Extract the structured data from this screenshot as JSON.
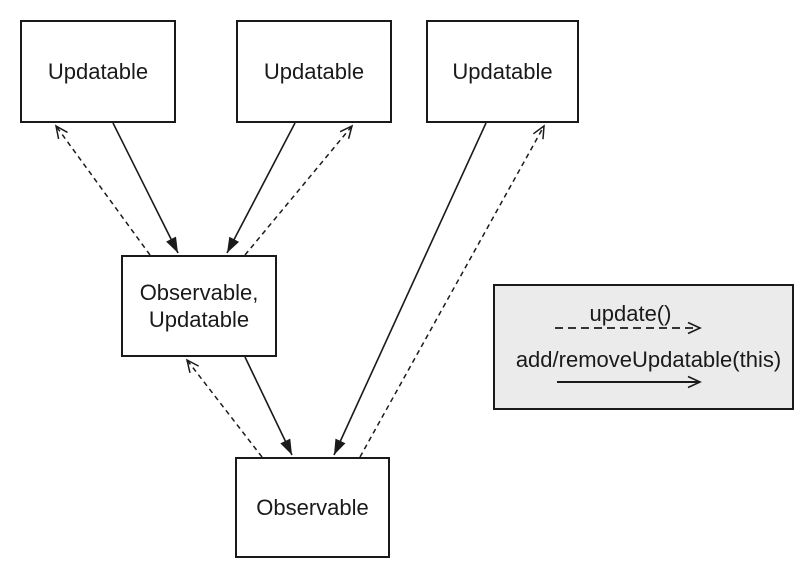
{
  "diagram": {
    "nodes": [
      {
        "id": "updatable-1",
        "label": "Updatable"
      },
      {
        "id": "updatable-2",
        "label": "Updatable"
      },
      {
        "id": "updatable-3",
        "label": "Updatable"
      },
      {
        "id": "observable-updatable",
        "label": "Observable,\nUpdatable"
      },
      {
        "id": "observable",
        "label": "Observable"
      }
    ],
    "edges": [
      {
        "from": "updatable-1",
        "to": "observable-updatable",
        "style": "solid"
      },
      {
        "from": "observable-updatable",
        "to": "updatable-1",
        "style": "dashed"
      },
      {
        "from": "updatable-2",
        "to": "observable-updatable",
        "style": "solid"
      },
      {
        "from": "observable-updatable",
        "to": "updatable-2",
        "style": "dashed"
      },
      {
        "from": "observable-updatable",
        "to": "observable",
        "style": "solid"
      },
      {
        "from": "observable",
        "to": "observable-updatable",
        "style": "dashed"
      },
      {
        "from": "updatable-3",
        "to": "observable",
        "style": "solid"
      },
      {
        "from": "observable",
        "to": "updatable-3",
        "style": "dashed"
      }
    ],
    "legend": {
      "dashed_label": "update()",
      "solid_label": "add/removeUpdatable(this)"
    },
    "colors": {
      "line": "#1a1a1a",
      "box_fill": "#ffffff",
      "legend_fill": "#ebebeb",
      "background": "#ffffff"
    }
  }
}
